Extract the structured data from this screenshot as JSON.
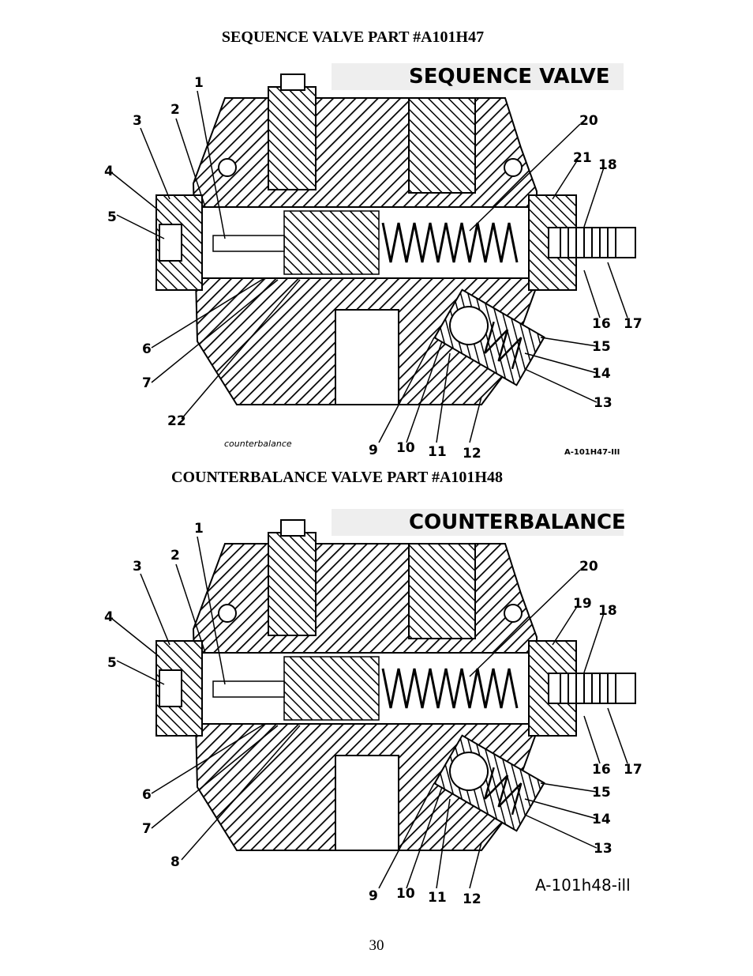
{
  "page": {
    "number": "30"
  },
  "diagrams": [
    {
      "title": "SEQUENCE VALVE PART #A101H47",
      "banner": "SEQUENCE VALVE",
      "caption_left": "counterbalance",
      "drawing_id": "A-101H47-III",
      "callouts": [
        "1",
        "2",
        "3",
        "4",
        "5",
        "6",
        "7",
        "22",
        "9",
        "10",
        "11",
        "12",
        "13",
        "14",
        "15",
        "16",
        "17",
        "18",
        "21",
        "20"
      ]
    },
    {
      "title": "COUNTERBALANCE VALVE PART #A101H48",
      "banner": "COUNTERBALANCE",
      "caption_left": "",
      "drawing_id": "A-101h48-ill",
      "callouts": [
        "1",
        "2",
        "3",
        "4",
        "5",
        "6",
        "7",
        "8",
        "9",
        "10",
        "11",
        "12",
        "13",
        "14",
        "15",
        "16",
        "17",
        "18",
        "19",
        "20"
      ]
    }
  ],
  "colors": {
    "ink": "#000000",
    "paper": "#ffffff",
    "banner_bg": "#eeeeee"
  }
}
